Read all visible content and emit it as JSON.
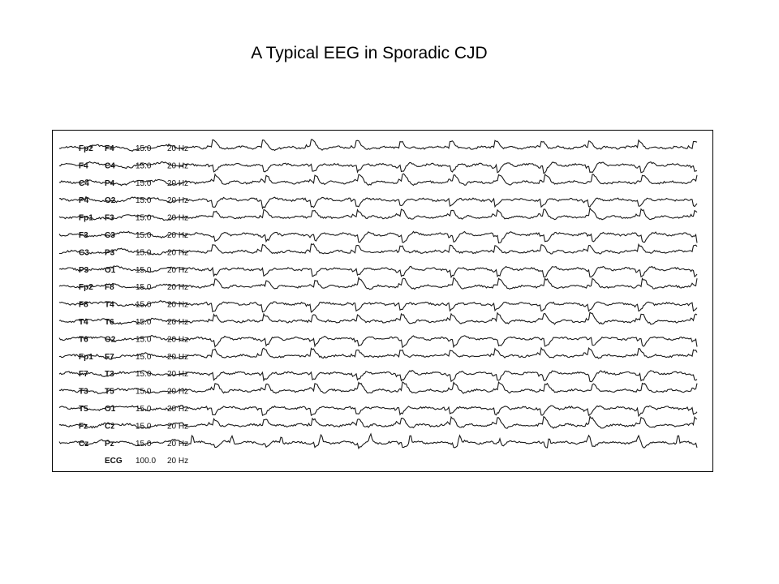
{
  "title": "A Typical EEG in Sporadic CJD",
  "eeg": {
    "channels": [
      {
        "a": "Fp2",
        "b": "F4",
        "sens": "15.0",
        "filt": "20 Hz"
      },
      {
        "a": "F4",
        "b": "C4",
        "sens": "15.0",
        "filt": "20 Hz"
      },
      {
        "a": "C4",
        "b": "P4",
        "sens": "15.0",
        "filt": "20 Hz"
      },
      {
        "a": "P4",
        "b": "O2",
        "sens": "15.0",
        "filt": "20 Hz"
      },
      {
        "a": "Fp1",
        "b": "F3",
        "sens": "15.0",
        "filt": "20 Hz"
      },
      {
        "a": "F3",
        "b": "C3",
        "sens": "15.0",
        "filt": "20 Hz"
      },
      {
        "a": "C3",
        "b": "P3",
        "sens": "15.0",
        "filt": "20 Hz"
      },
      {
        "a": "P3",
        "b": "O1",
        "sens": "15.0",
        "filt": "20 Hz"
      },
      {
        "a": "Fp2",
        "b": "F8",
        "sens": "15.0",
        "filt": "20 Hz"
      },
      {
        "a": "F8",
        "b": "T4",
        "sens": "15.0",
        "filt": "20 Hz"
      },
      {
        "a": "T4",
        "b": "T6",
        "sens": "15.0",
        "filt": "20 Hz"
      },
      {
        "a": "T6",
        "b": "O2",
        "sens": "15.0",
        "filt": "20 Hz"
      },
      {
        "a": "Fp1",
        "b": "F7",
        "sens": "15.0",
        "filt": "20 Hz"
      },
      {
        "a": "F7",
        "b": "T3",
        "sens": "15.0",
        "filt": "20 Hz"
      },
      {
        "a": "T3",
        "b": "T5",
        "sens": "15.0",
        "filt": "20 Hz"
      },
      {
        "a": "T5",
        "b": "O1",
        "sens": "15.0",
        "filt": "20 Hz"
      },
      {
        "a": "Fz",
        "b": "Cz",
        "sens": "15.0",
        "filt": "20 Hz"
      },
      {
        "a": "Cz",
        "b": "Pz",
        "sens": "15.0",
        "filt": "20 Hz"
      },
      {
        "a": "",
        "b": "ECG",
        "sens": "100.0",
        "filt": "20 Hz"
      }
    ]
  }
}
